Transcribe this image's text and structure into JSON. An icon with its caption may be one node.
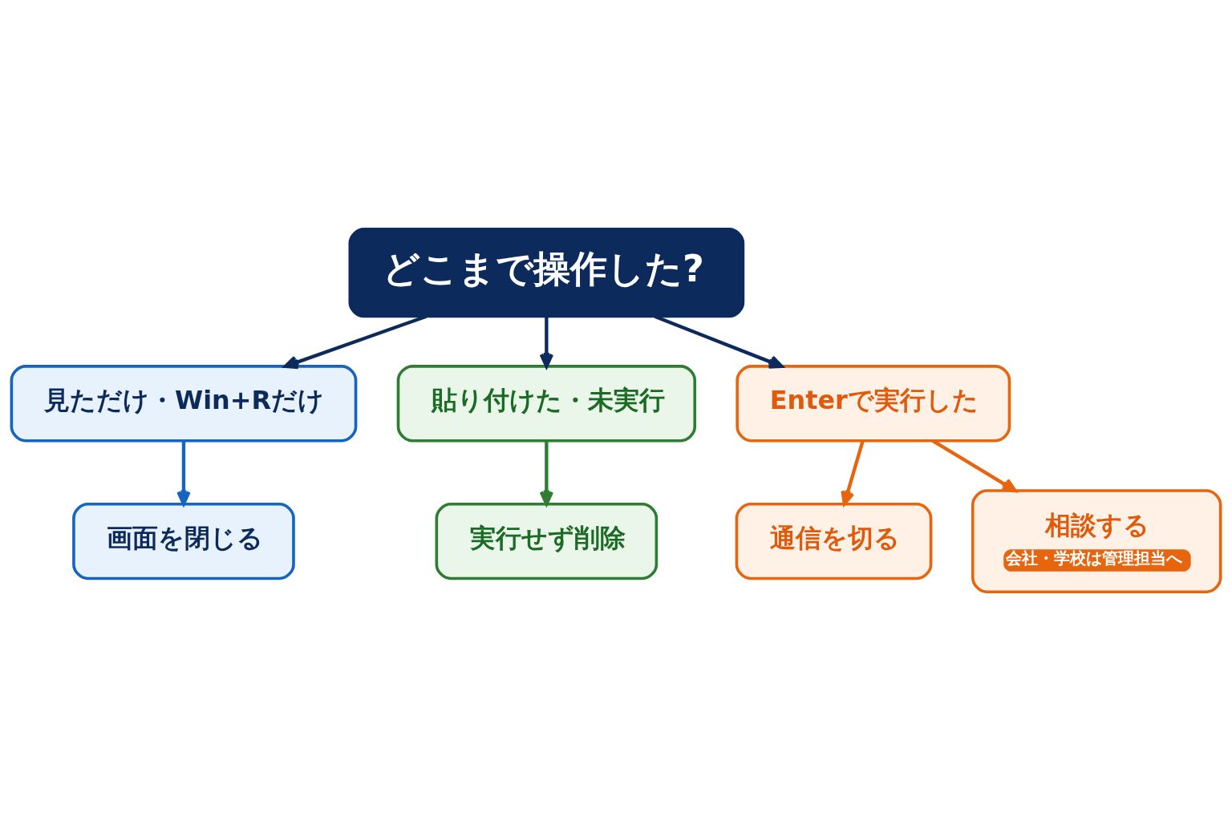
{
  "diagram": {
    "nodes": [
      {
        "text": [
          "どこまで操作した?"
        ]
      },
      {
        "text": [
          "見ただけ・Win+Rだけ"
        ]
      },
      {
        "text": [
          "貼り付けた・未実行"
        ]
      },
      {
        "text": [
          "Enterで実行した"
        ]
      },
      {
        "text": [
          "画面を閉じる"
        ]
      },
      {
        "text": [
          "実行せず削除"
        ]
      },
      {
        "text": [
          "通信を切る"
        ]
      },
      {
        "text": [
          "相談する",
          "会社・学校は管理担当へ"
        ]
      }
    ],
    "edges": [
      {
        "from": 0,
        "to": 1,
        "arrow": "to"
      },
      {
        "from": 0,
        "to": 2,
        "arrow": "to"
      },
      {
        "from": 0,
        "to": 3,
        "arrow": "to"
      },
      {
        "from": 1,
        "to": 4,
        "arrow": "to",
        "color": "#1565c0"
      },
      {
        "from": 2,
        "to": 5,
        "arrow": "to",
        "color": "#2e7d32"
      },
      {
        "from": 3,
        "to": 6,
        "arrow": "to",
        "color": "#e8650f"
      },
      {
        "from": 3,
        "to": 7,
        "arrow": "to",
        "color": "#e8650f"
      }
    ]
  }
}
